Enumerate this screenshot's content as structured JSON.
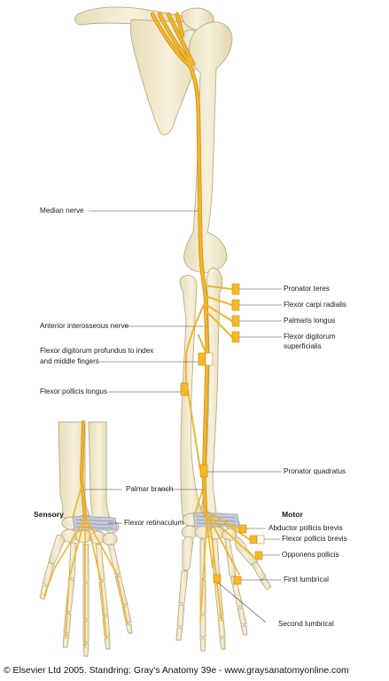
{
  "labels": {
    "median_nerve": "Median nerve",
    "anterior_interosseous_nerve": "Anterior interosseous nerve",
    "fdp_line1": "Flexor digitorum profundus to index",
    "fdp_line2": "and middle fingers",
    "flexor_pollicis_longus": "Flexor pollicis longus",
    "pronator_teres": "Pronator teres",
    "flexor_carpi_radialis": "Flexor carpi radialis",
    "palmaris_longus": "Palmaris longus",
    "fds_line1": "Flexor digitorum",
    "fds_line2": "superficialis",
    "pronator_quadratus": "Pronator quadratus",
    "palmar_branch": "Palmar branch",
    "flexor_retinaculum": "Flexor retinaculum",
    "sensory": "Sensory",
    "motor": "Motor",
    "abductor_pollicis_brevis": "Abductor pollicis brevis",
    "flexor_pollicis_brevis": "Flexor pollicis brevis",
    "opponens_pollicis": "Opponens pollicis",
    "first_lumbrical": "First lumbrical",
    "second_lumbrical": "Second lumbrical"
  },
  "credit": "© Elsevier Ltd 2005. Standring: Gray's Anatomy 39e - www.graysanatomyonline.com",
  "colors": {
    "bone_fill": "#f3ecd2",
    "bone_stroke": "#b9ad86",
    "nerve": "#f2b52a",
    "nerve_edge": "#c98a0f",
    "muscle_box": "#f7b824",
    "retinaculum": "#a9b3c6",
    "leader": "#444444"
  }
}
